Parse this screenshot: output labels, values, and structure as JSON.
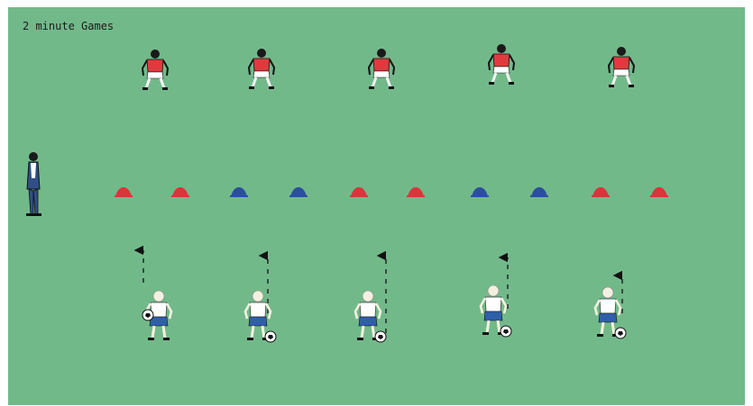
{
  "title": "2 minute Games",
  "colors": {
    "pitch": "#72b98a",
    "red_kit": "#e03a3e",
    "blue_kit": "#2f5fa8",
    "red_cone": "#d9353b",
    "blue_cone": "#2b4f9c",
    "coach_coat": "#2f4f86"
  },
  "coach": {
    "icon": "coach-figure"
  },
  "defenders": {
    "team": "red",
    "count": 5
  },
  "cones": [
    "red",
    "red",
    "blue",
    "blue",
    "red",
    "red",
    "blue",
    "blue",
    "red",
    "red"
  ],
  "attackers": {
    "team": "white-blue",
    "count": 5,
    "ball_side": [
      "left",
      "right",
      "right",
      "right",
      "right"
    ],
    "direction": "forward-arrow"
  }
}
